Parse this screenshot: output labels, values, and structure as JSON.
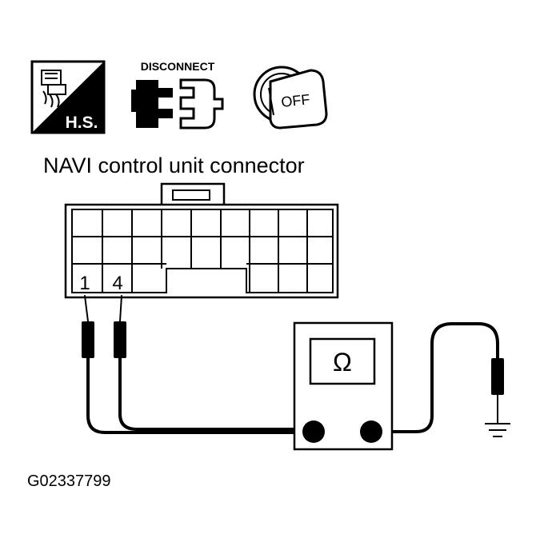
{
  "icons": {
    "harness_label": "H.S.",
    "disconnect_label": "DISCONNECT",
    "ignition_label": "OFF"
  },
  "diagram": {
    "connector_title": "NAVI control unit connector",
    "pin_a": "1",
    "pin_b": "4",
    "meter_symbol": "Ω",
    "figure_code": "G02337799"
  }
}
